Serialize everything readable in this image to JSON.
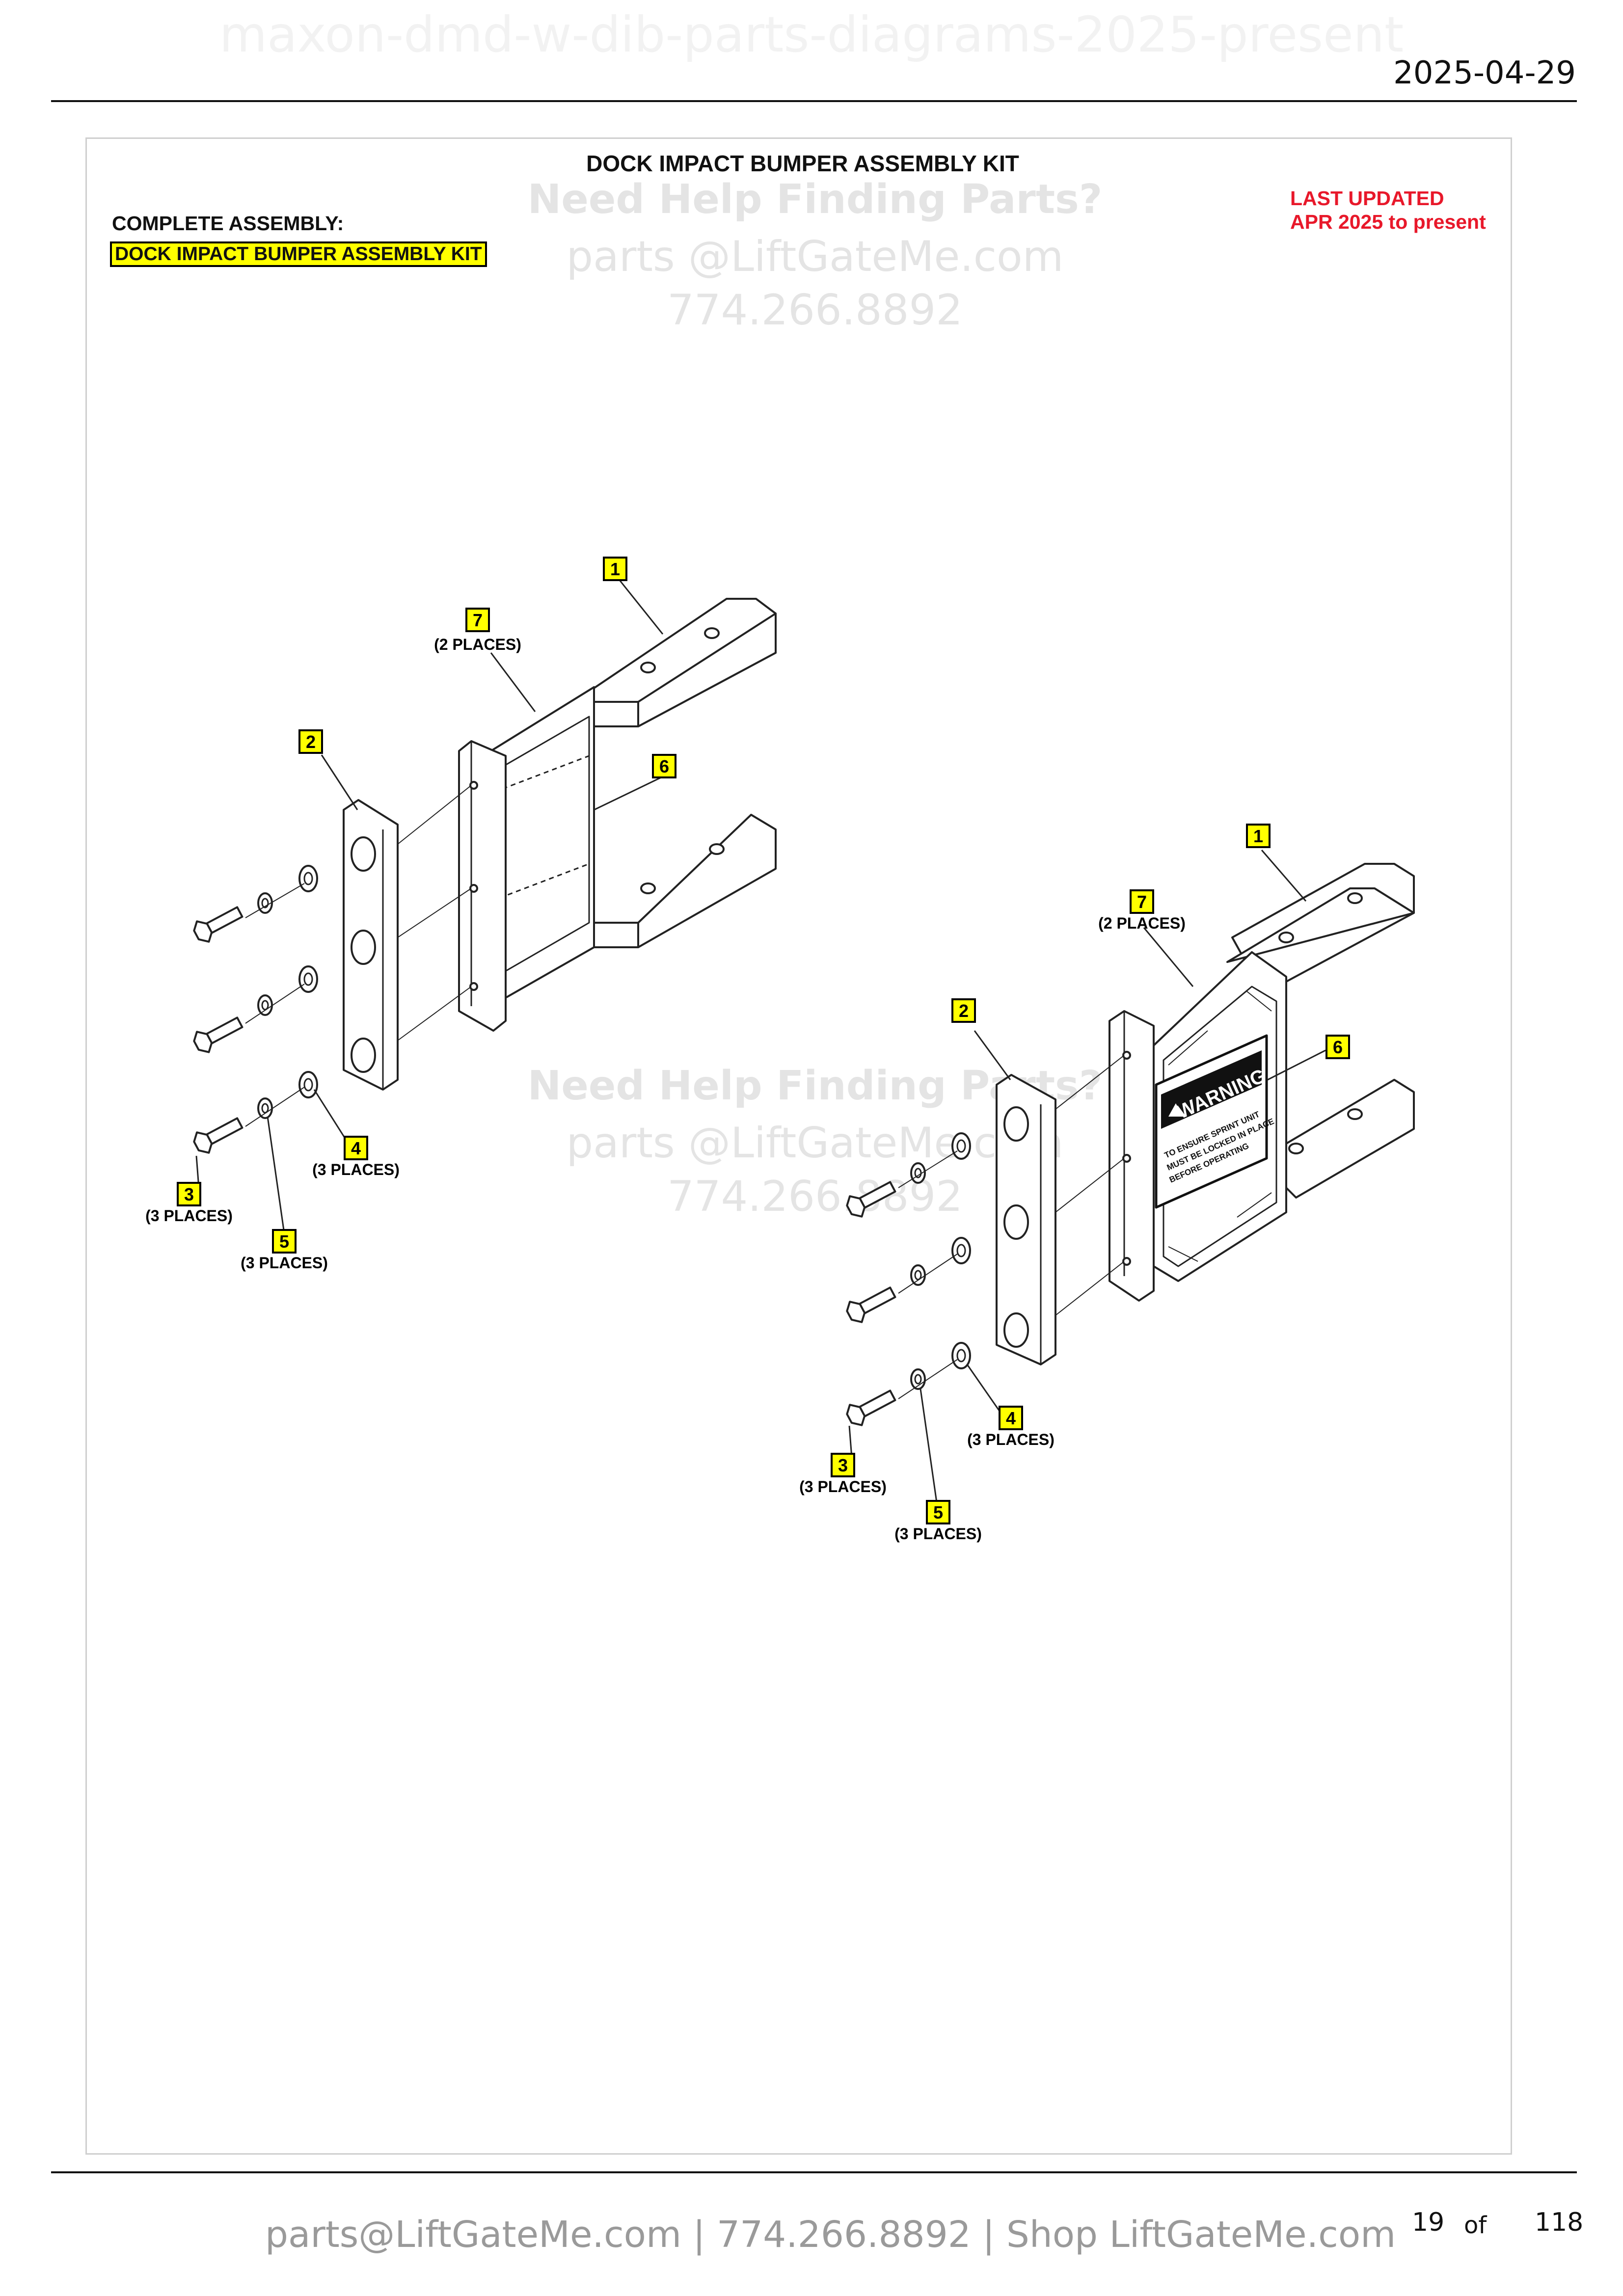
{
  "header": {
    "doc_title": "maxon-dmd-w-dib-parts-diagrams-2025-present",
    "date": "2025-04-29"
  },
  "sheet": {
    "title": "DOCK IMPACT BUMPER ASSEMBLY KIT",
    "complete_assembly_label": "COMPLETE ASSEMBLY:",
    "kit_name": "DOCK IMPACT BUMPER ASSEMBLY KIT",
    "last_updated_line1": "LAST UPDATED",
    "last_updated_line2": "APR 2025 to present"
  },
  "watermark": {
    "heading": "Need Help Finding Parts?",
    "email": "parts @LiftGateMe.com",
    "phone": "774.266.8892"
  },
  "callouts": {
    "num1": "1",
    "num2": "2",
    "num3": "3",
    "num4": "4",
    "num5": "5",
    "num6": "6",
    "num7": "7",
    "places2": "(2 PLACES)",
    "places3": "(3 PLACES)"
  },
  "decal": {
    "heading": "WARNING",
    "text_line1": "TO ENSURE SPRINT UNIT",
    "text_line2": "MUST BE LOCKED IN PLACE",
    "text_line3": "BEFORE OPERATING"
  },
  "footer": {
    "contact": "parts@LiftGateMe.com | 774.266.8892 | Shop LiftGateMe.com",
    "page_current": "19",
    "page_of": "of",
    "page_total": "118"
  },
  "colors": {
    "callout_fill": "#ffff00",
    "updated_red": "#e8182a",
    "watermark": "#e4e4e4",
    "line": "#222222"
  }
}
